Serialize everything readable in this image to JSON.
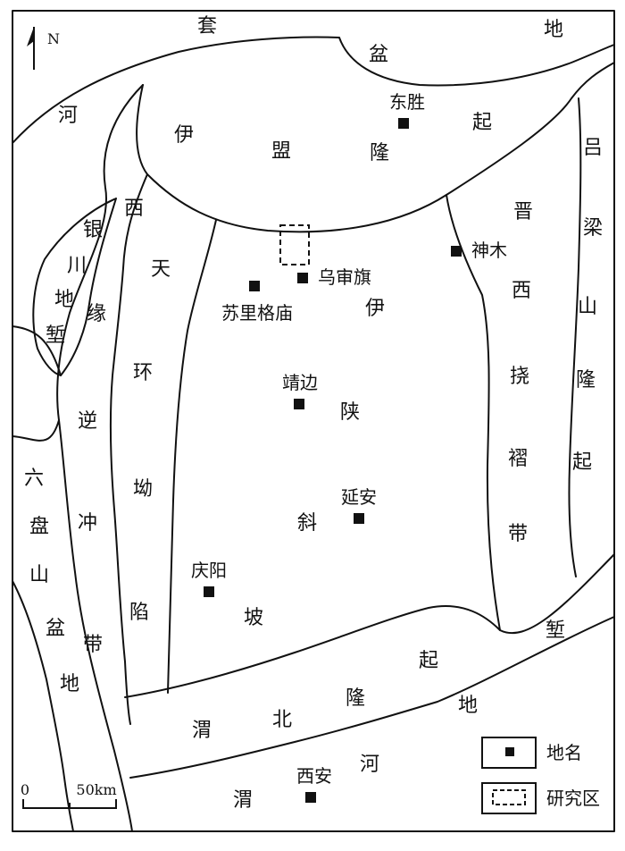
{
  "north_label": "N",
  "regions": {
    "tao_ping": [
      "套",
      "盆",
      "地"
    ],
    "he": "河",
    "yi_ling": [
      "伊",
      "盟",
      "隆",
      "起"
    ],
    "xitian": [
      "西",
      "天",
      "环",
      "坳",
      "陷"
    ],
    "xiyuan": [
      "缘",
      "逆",
      "冲",
      "带"
    ],
    "yinchuan": [
      "银",
      "川",
      "地",
      "堑"
    ],
    "jinxi": [
      "晋",
      "西",
      "挠",
      "褶",
      "带"
    ],
    "lvliang": [
      "吕",
      "梁",
      "山",
      "隆",
      "起"
    ],
    "liupan": [
      "六",
      "盘",
      "山",
      "盆",
      "地"
    ],
    "yishan": [
      "伊",
      "陕",
      "斜",
      "坡"
    ],
    "weibei": [
      "渭",
      "北",
      "隆",
      "起"
    ],
    "weihe": [
      "渭",
      "河",
      "地",
      "堑"
    ]
  },
  "cities": {
    "dongsheng": "东胜",
    "shenmu": "神木",
    "wushen": "乌审旗",
    "sulige": "苏里格庙",
    "jingbian": "靖边",
    "yanan": "延安",
    "qingyang": "庆阳",
    "xian": "西安"
  },
  "scale": {
    "zero": "0",
    "max": "50km"
  },
  "legend": {
    "place": "地名",
    "study": "研究区"
  },
  "colors": {
    "ink": "#111111",
    "background": "#ffffff"
  }
}
